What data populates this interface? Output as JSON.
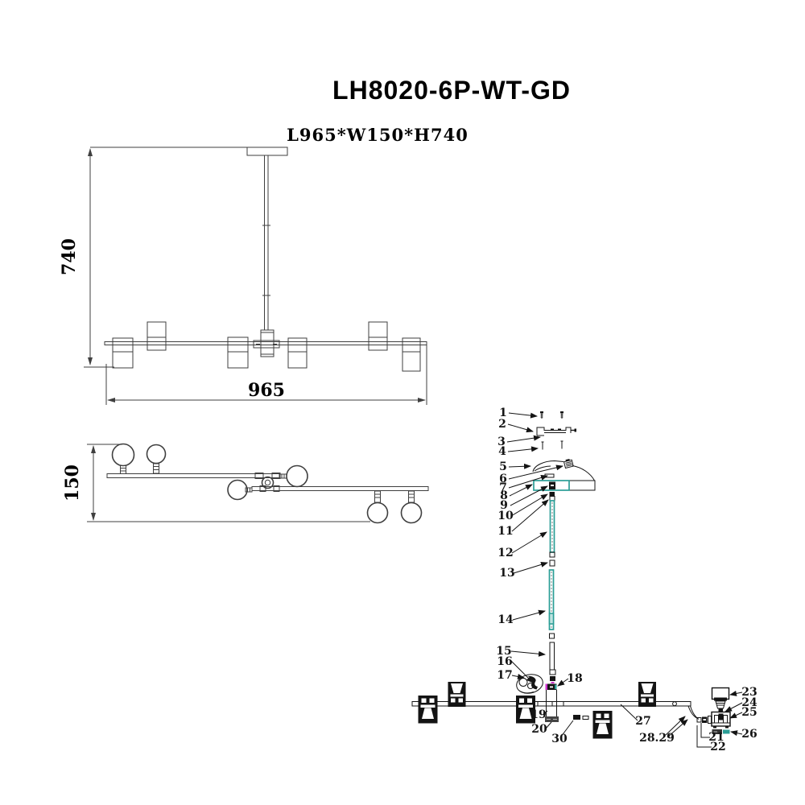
{
  "title": "LH8020-6P-WT-GD",
  "spec": "L965*W150*H740",
  "front_view": {
    "height_label": "740",
    "length_label": "965"
  },
  "side_view": {
    "width_label": "150"
  },
  "exploded_view": {
    "parts": [
      "1",
      "2",
      "3",
      "4",
      "5",
      "6",
      "7",
      "8",
      "9",
      "10",
      "11",
      "12",
      "13",
      "14",
      "15",
      "16",
      "17",
      "18",
      "19",
      "20",
      "21",
      "22",
      "23",
      "24",
      "25",
      "26",
      "27",
      "28.29",
      "30"
    ]
  },
  "colors": {
    "line": "#3f3f3f",
    "ink": "#141414",
    "teal": "#2b9e96",
    "magenta": "#cc33cc",
    "paper": "#ffffff"
  }
}
